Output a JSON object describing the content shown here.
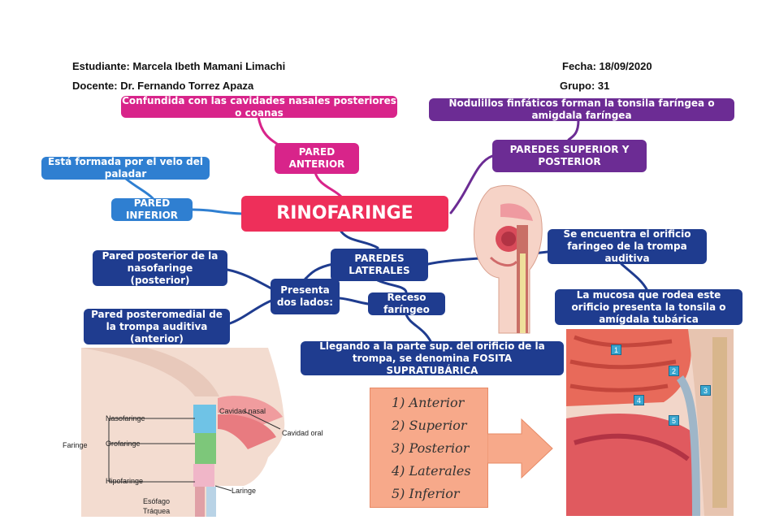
{
  "header": {
    "student": "Estudiante: Marcela Ibeth Mamani Limachi",
    "date": "Fecha: 18/09/2020",
    "teacher": "Docente: Dr. Fernando Torrez Apaza",
    "group": "Grupo: 31"
  },
  "map": {
    "central": "RINOFARINGE",
    "anterior": "PARED ANTERIOR",
    "anterior_note": "Confundida con las cavidades nasales posteriores o coanas",
    "superior": "PAREDES SUPERIOR Y POSTERIOR",
    "superior_note": "Nodulillos finfáticos forman la tonsila faríngea o amigdala faríngea",
    "inferior": "PARED INFERIOR",
    "inferior_note": "Está formada por el velo del paladar",
    "laterales": "PAREDES LATERALES",
    "two_sides": "Presenta dos lados:",
    "posterior_side": "Pared posterior de la nasofaringe (posterior)",
    "anterior_side": "Pared posteromedial de la trompa auditiva (anterior)",
    "receso": "Receso faríngeo",
    "receso_note": "Llegando a la parte sup. del orificio de la trompa, se denomina FOSITA SUPRATUBÁRICA",
    "orificio": "Se encuentra el orificio faringeo de la trompa auditiva",
    "mucosa": "La mucosa que rodea este orificio presenta la tonsila o amígdala tubárica"
  },
  "list": [
    "1) Anterior",
    "2) Superior",
    "3) Posterior",
    "4) Laterales",
    "5) Inferior"
  ],
  "anatomy_labels": {
    "nasofaringe": "Nasofaringe",
    "orofaringe": "Orofaringe",
    "faringe": "Faringe",
    "hipofaringe": "Hipofaringe",
    "esofago": "Esófago",
    "traquea": "Tráquea",
    "cavidad_nasal": "Cavidad nasal",
    "cavidad_oral": "Cavidad oral",
    "laringe": "Laringe"
  },
  "figure_tags": [
    "1",
    "2",
    "3",
    "4",
    "5"
  ],
  "colors": {
    "pink": "#d8248a",
    "purple": "#6c2c94",
    "blue": "#2f7fd1",
    "navy": "#1f3c8f",
    "central": "#ee2f5a",
    "list_bg": "#f7a98a"
  }
}
